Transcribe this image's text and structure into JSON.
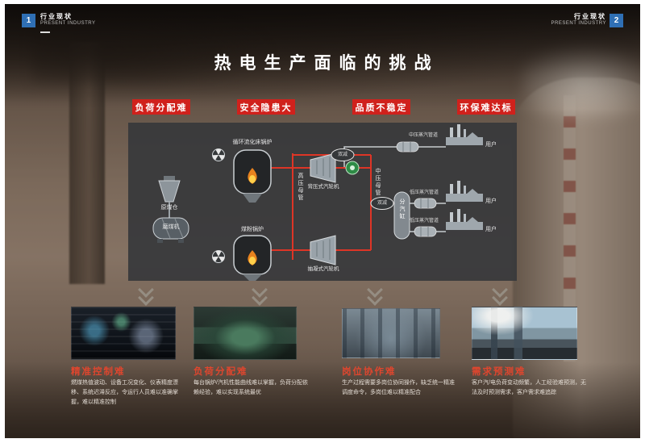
{
  "header": {
    "page_left": "1",
    "page_right": "2",
    "section_cn": "行业现状",
    "section_en": "PRESENT INDUSTRY"
  },
  "title": "热电生产面临的挑战",
  "badges": [
    "负荷分配难",
    "安全隐患大",
    "品质不稳定",
    "环保难达标"
  ],
  "diagram": {
    "boiler_cfb": "循环流化床锅炉",
    "boiler_pc": "煤粉锅炉",
    "coal_bunker": "原煤仓",
    "coal_mill": "磨煤机",
    "hp_header": "高压母管",
    "mp_header": "中压母管",
    "turbine_backpressure": "背压式汽轮机",
    "turbine_extraction": "抽凝式汽轮机",
    "steam_distributor": "分汽缸",
    "reducer": "双减",
    "mp_pipeline": "中压蒸汽管道",
    "lp_pipeline": "低压蒸汽管道",
    "user": "用户"
  },
  "sections": [
    {
      "title": "精准控制难",
      "desc": "燃煤热值波动、设备工况变化、仪表精度漂移、系统迟滞反应，令运行人员难以准确掌握，难以精准控制"
    },
    {
      "title": "负荷分配难",
      "desc": "每台锅炉/汽机性能曲线难以掌握，负荷分配依赖经验，难以实现系统最优"
    },
    {
      "title": "岗位协作难",
      "desc": "生产过程需要多岗位协同操作，缺乏统一精准调度命令，多岗位难以精准配合"
    },
    {
      "title": "需求预测难",
      "desc": "客户汽/电负荷变动频繁，人工经验难预测，无法及时预测需求，客户需求难追踪"
    }
  ],
  "icons": {
    "radiation_fan_icon": "circular trefoil fan",
    "flame_icon": "flame",
    "generator_icon": "green generator circle",
    "factory_icon": "factory silhouette",
    "chevron_down_icon": "double down chevron"
  },
  "colors": {
    "accent_red": "#d0211c",
    "title_red": "#df462e",
    "accent_blue": "#2f6fb4",
    "panel_gray": "#38393b"
  }
}
